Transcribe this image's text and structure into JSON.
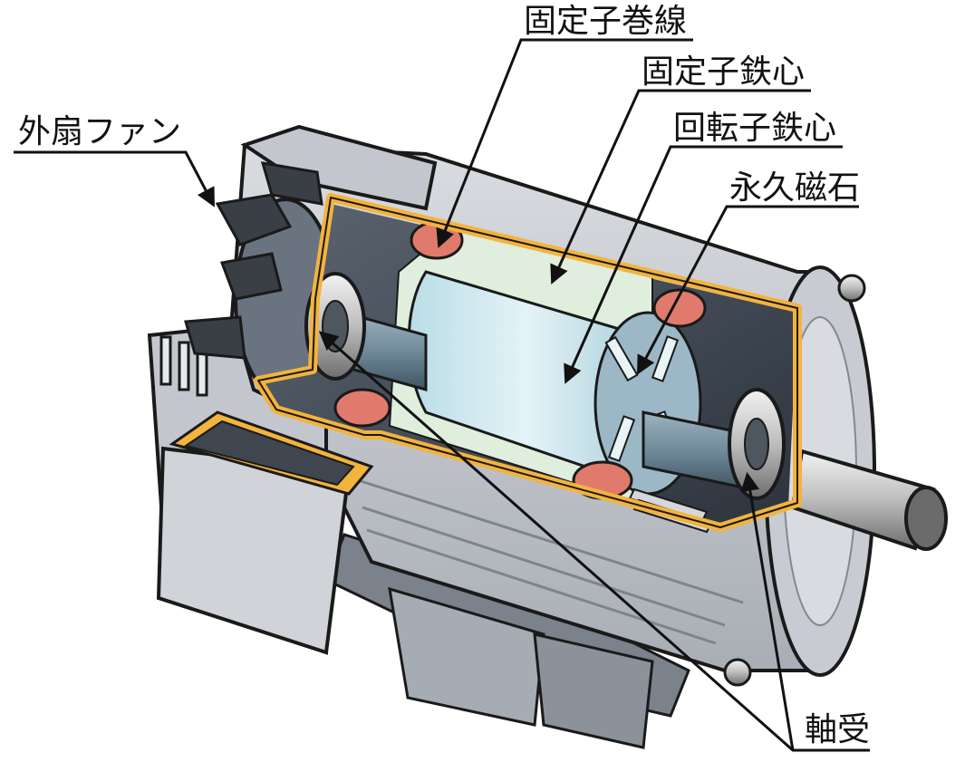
{
  "labels": {
    "outer_fan": "外扇ファン",
    "stator_winding": "固定子巻線",
    "stator_core": "固定子鉄心",
    "rotor_core": "回転子鉄心",
    "permanent_magnet": "永久磁石",
    "bearing": "軸受"
  },
  "colors": {
    "frame": "#c9cdd3",
    "frame_dark": "#8d939b",
    "cutaway_outline": "#f3b33d",
    "stator_core": "#dfeedd",
    "rotor_core": "#cfe7ee",
    "winding": "#e07a6c",
    "shaft": "#6f8a99",
    "interior": "#3b4451"
  }
}
